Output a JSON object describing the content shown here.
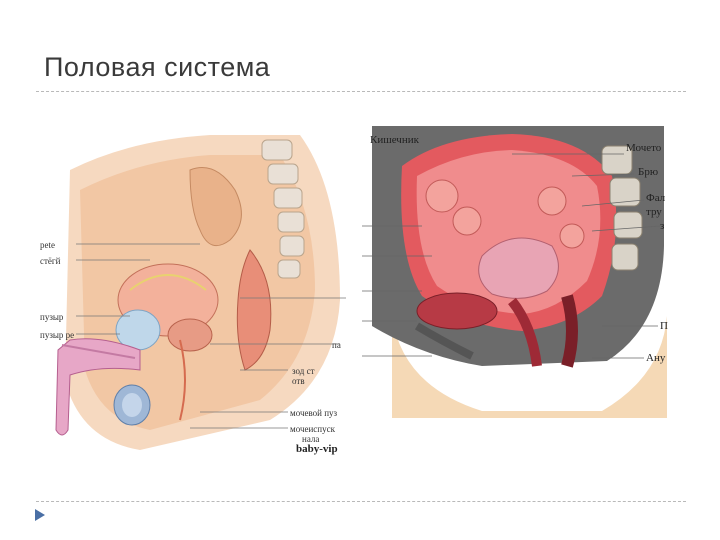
{
  "title": "Половая система",
  "bullet_icon": "triangle-bullet-icon",
  "accent_color": "#4a6fa5",
  "male_figure": {
    "labels": [
      "pete",
      "стёгй",
      "пузыр",
      "пузыр ре",
      "па",
      "зод ст",
      "отв",
      "мочевой пуз",
      "мочеиспуск",
      "нала"
    ],
    "watermark": "baby-vip"
  },
  "female_figure": {
    "labels": [
      "Кишечник",
      "Мочето",
      "Брю",
      "Фал",
      "тру",
      "з",
      "П",
      "Ану"
    ]
  }
}
